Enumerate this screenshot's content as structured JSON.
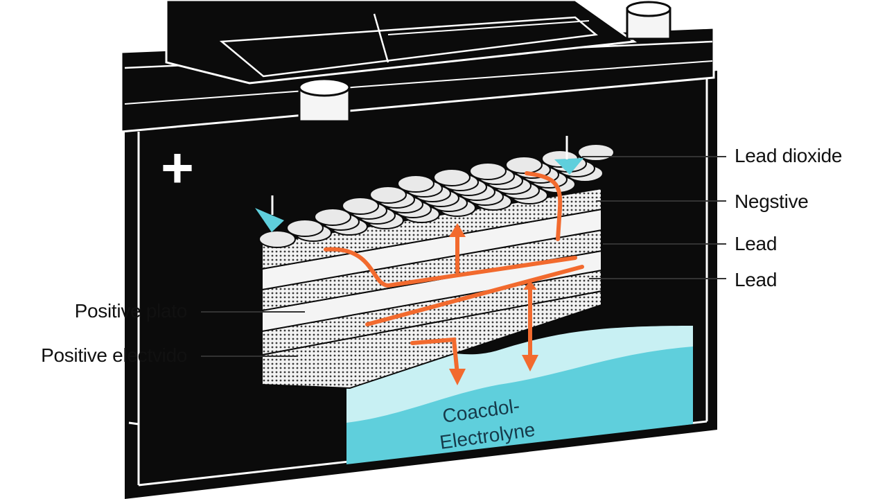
{
  "diagram": {
    "right_labels": [
      {
        "text": "Lead dioxide"
      },
      {
        "text": "Negstive"
      },
      {
        "text": "Lead"
      },
      {
        "text": "Lead"
      }
    ],
    "left_labels": [
      {
        "text": "Positive plato"
      },
      {
        "text": "Positive electvido"
      }
    ],
    "electrolyte": {
      "line1": "Coacdol-",
      "line2": "Electrolyne"
    },
    "terminal_symbol": "+",
    "colors": {
      "battery_body": "#0b0b0b",
      "outline": "#ffffff",
      "electrolyte": "#5fcfdc",
      "electrolyte_light": "#c8f0f3",
      "current_arrows": "#f26a2e",
      "plate_tile": "#e9e9e9",
      "leader_line": "#333333"
    }
  }
}
